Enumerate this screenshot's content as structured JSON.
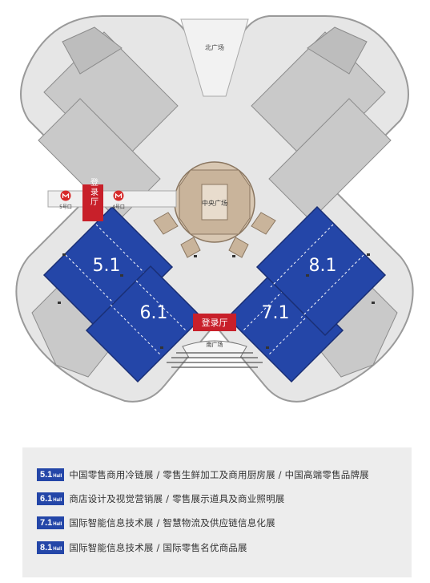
{
  "map": {
    "north_plaza": "北广场",
    "central_plaza": "中央广场",
    "south_plaza": "南广场",
    "registration_west": "登录厅",
    "registration_south": "登录厅",
    "metro_exit_5": "5号口",
    "metro_exit_4": "4号口",
    "hall_labels": [
      "5.1",
      "6.1",
      "7.1",
      "8.1"
    ],
    "colors": {
      "hall_blue": "#2446a8",
      "registration_red": "#c8202a",
      "metro_red": "#d62a2a",
      "hall_gray": "#c9c9c9",
      "plaza_tan": "#c9b49b"
    }
  },
  "legend": {
    "items": [
      {
        "hall": "5.1",
        "hall_word": "Hall",
        "text": "中国零售商用冷链展 / 零售生鲜加工及商用厨房展 / 中国高端零售品牌展"
      },
      {
        "hall": "6.1",
        "hall_word": "Hall",
        "text": "商店设计及视觉营销展 / 零售展示道具及商业照明展"
      },
      {
        "hall": "7.1",
        "hall_word": "Hall",
        "text": "国际智能信息技术展 / 智慧物流及供应链信息化展"
      },
      {
        "hall": "8.1",
        "hall_word": "Hall",
        "text": "国际智能信息技术展 / 国际零售名优商品展"
      }
    ]
  }
}
